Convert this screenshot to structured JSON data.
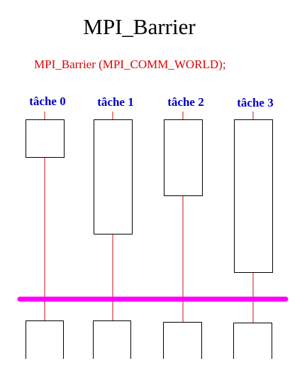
{
  "title": "MPI_Barrier",
  "call": "MPI_Barrier (MPI_COMM_WORLD);",
  "tasks": [
    {
      "label": "tâche 0"
    },
    {
      "label": "tâche 1"
    },
    {
      "label": "tâche 2"
    },
    {
      "label": "tâche 3"
    }
  ],
  "colors": {
    "title": "#000000",
    "call": "#e00000",
    "task_label": "#0000c8",
    "timeline": "#d01010",
    "barrier": "#ff00ff",
    "box_border": "#000000"
  }
}
